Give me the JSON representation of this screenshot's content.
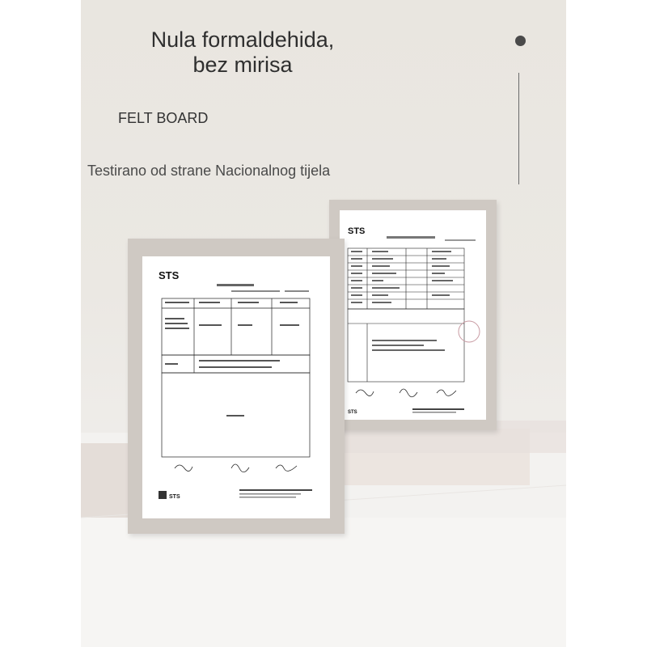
{
  "headline": {
    "line1": "Nula formaldehida,",
    "line2": "bez mirisa"
  },
  "product_label": "FELT BOARD",
  "tested_by": "Testirano od strane Nacionalnog tijela",
  "certificate_logo": "STS",
  "colors": {
    "background": "#ebe8e3",
    "frame": "#cfc9c3",
    "text": "#333333",
    "dot": "#4a4a4a"
  }
}
